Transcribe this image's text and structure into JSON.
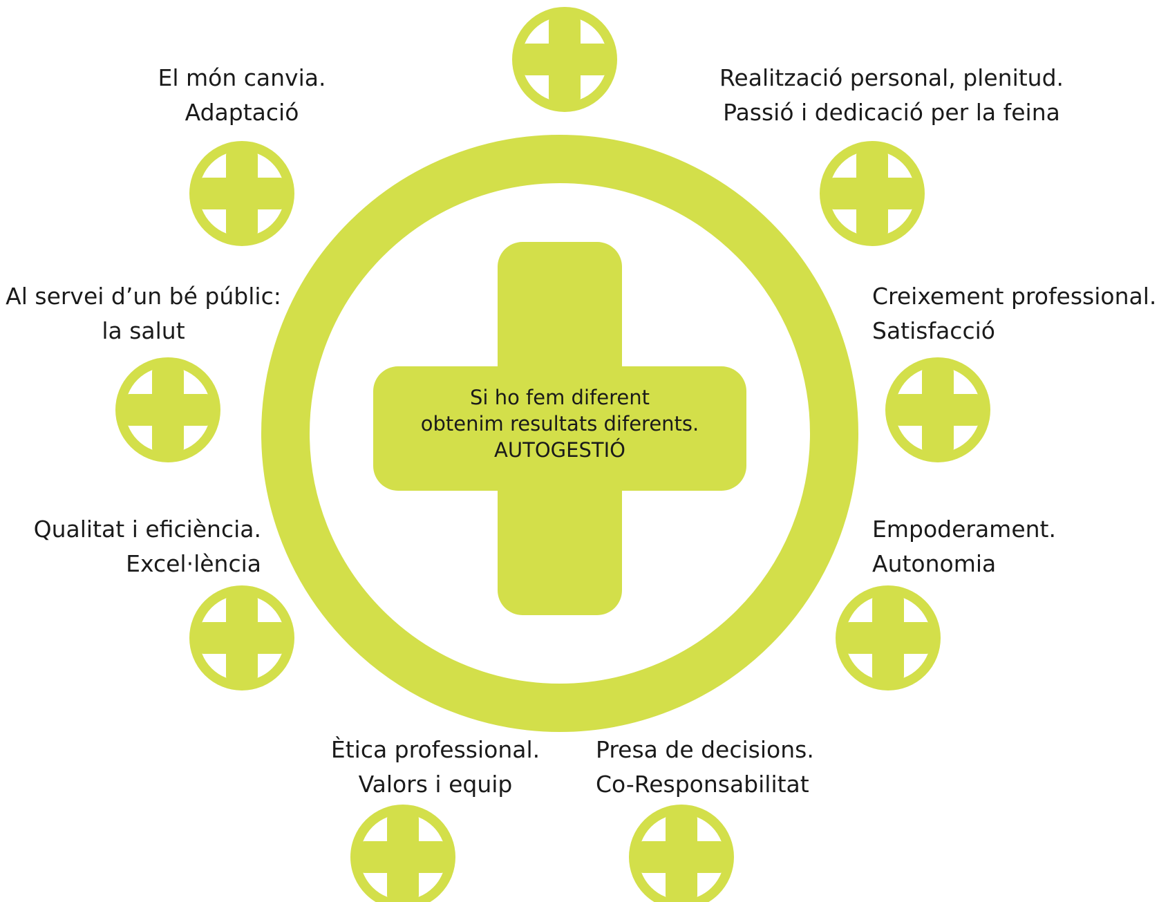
{
  "accent_color": "#d3df4a",
  "center": {
    "icon": "plus-icon",
    "lines": [
      "Si ho fem diferent",
      "obtenim resultats diferents.",
      "AUTOGESTIÓ"
    ]
  },
  "items": [
    {
      "icon": "plus-circle-icon",
      "lines": [
        "El món canvia.",
        "Adaptació"
      ]
    },
    {
      "icon": "plus-circle-icon",
      "lines": []
    },
    {
      "icon": "plus-circle-icon",
      "lines": [
        "Realització personal, plenitud.",
        "Passió i dedicació per la feina"
      ]
    },
    {
      "icon": "plus-circle-icon",
      "lines": [
        "Al servei d’un bé públic:",
        "la salut"
      ]
    },
    {
      "icon": "plus-circle-icon",
      "lines": [
        "Creixement professional.",
        "Satisfacció"
      ]
    },
    {
      "icon": "plus-circle-icon",
      "lines": [
        "Qualitat i eficiència.",
        "Excel·lència"
      ]
    },
    {
      "icon": "plus-circle-icon",
      "lines": [
        "Empoderament.",
        "Autonomia"
      ]
    },
    {
      "icon": "plus-circle-icon",
      "lines": [
        "Ètica professional.",
        "Valors i equip"
      ]
    },
    {
      "icon": "plus-circle-icon",
      "lines": [
        "Presa de decisions.",
        "Co-Responsabilitat"
      ]
    }
  ]
}
